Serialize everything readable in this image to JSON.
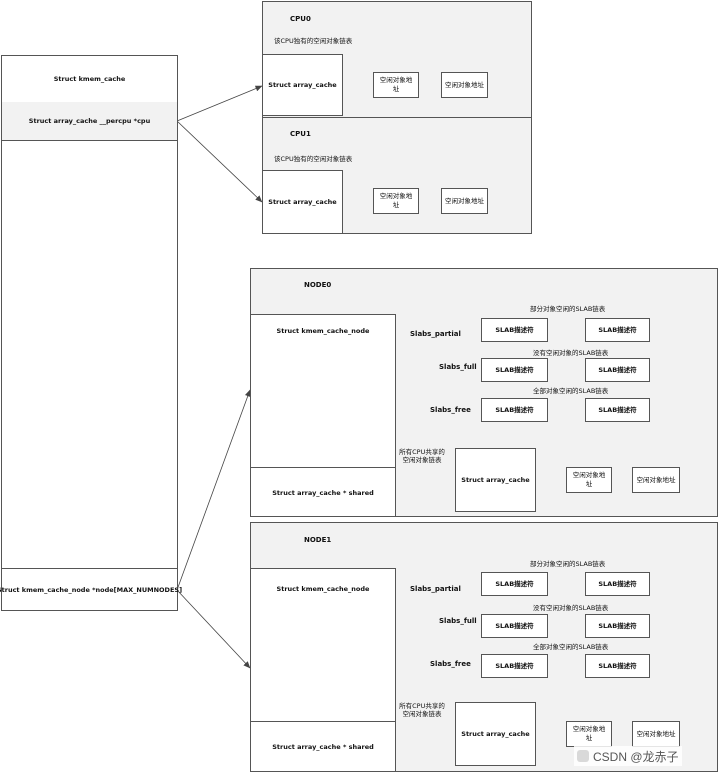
{
  "kmem": {
    "title": "Struct kmem_cache",
    "percpu": "Struct array_cache __percpu *cpu",
    "node": "Struct kmem_cache_node *node[MAX_NUMNODES]"
  },
  "cpus": [
    {
      "name": "CPU0",
      "caption": "该CPU独有的空闲对象链表",
      "array_cache": "Struct array_cache",
      "objects": [
        "空闲对象地址",
        "空闲对象地址"
      ]
    },
    {
      "name": "CPU1",
      "caption": "该CPU独有的空闲对象链表",
      "array_cache": "Struct array_cache",
      "objects": [
        "空闲对象地址",
        "空闲对象地址"
      ]
    }
  ],
  "nodes": [
    {
      "name": "NODE0",
      "kmem_cache_node": "Struct kmem_cache_node",
      "shared": "Struct array_cache * shared",
      "lists": [
        {
          "label": "Slabs_partial",
          "caption": "部分对象空闲的SLAB链表",
          "descs": [
            "SLAB描述符",
            "SLAB描述符"
          ]
        },
        {
          "label": "Slabs_full",
          "caption": "没有空闲对象的SLAB链表",
          "descs": [
            "SLAB描述符",
            "SLAB描述符"
          ]
        },
        {
          "label": "Slabs_free",
          "caption": "全部对象空闲的SLAB链表",
          "descs": [
            "SLAB描述符",
            "SLAB描述符"
          ]
        }
      ],
      "shared_caption": "所有CPU共享的空闲对象链表",
      "shared_array_cache": "Struct array_cache",
      "objects": [
        "空闲对象地址",
        "空闲对象地址"
      ]
    },
    {
      "name": "NODE1",
      "kmem_cache_node": "Struct kmem_cache_node",
      "shared": "Struct array_cache * shared",
      "lists": [
        {
          "label": "Slabs_partial",
          "caption": "部分对象空闲的SLAB链表",
          "descs": [
            "SLAB描述符",
            "SLAB描述符"
          ]
        },
        {
          "label": "Slabs_full",
          "caption": "没有空闲对象的SLAB链表",
          "descs": [
            "SLAB描述符",
            "SLAB描述符"
          ]
        },
        {
          "label": "Slabs_free",
          "caption": "全部对象空闲的SLAB链表",
          "descs": [
            "SLAB描述符",
            "SLAB描述符"
          ]
        }
      ],
      "shared_caption": "所有CPU共享的空闲对象链表",
      "shared_array_cache": "Struct array_cache",
      "objects": [
        "空闲对象地址",
        "空闲对象地址"
      ]
    }
  ],
  "watermark": "CSDN @龙赤子",
  "colors": {
    "panel": "#f2f2f2",
    "border": "#555555",
    "line": "#444444"
  }
}
